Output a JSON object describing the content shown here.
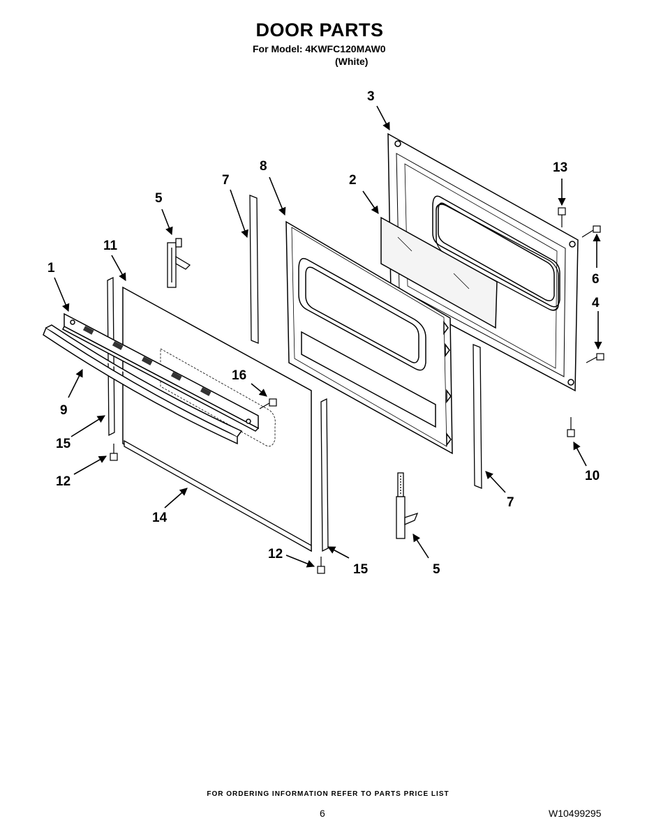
{
  "header": {
    "title": "DOOR PARTS",
    "model_line": "For Model: 4KWFC120MAW0",
    "color_line": "(White)"
  },
  "callouts": {
    "c1": "1",
    "c2": "2",
    "c3": "3",
    "c4": "4",
    "c5a": "5",
    "c5b": "5",
    "c6": "6",
    "c7a": "7",
    "c7b": "7",
    "c8": "8",
    "c9": "9",
    "c10": "10",
    "c11": "11",
    "c12a": "12",
    "c12b": "12",
    "c13": "13",
    "c14": "14",
    "c15a": "15",
    "c15b": "15",
    "c16": "16"
  },
  "footer": {
    "ordering_note": "FOR ORDERING INFORMATION REFER TO PARTS PRICE LIST",
    "page_number": "6",
    "document_number": "W10499295"
  }
}
